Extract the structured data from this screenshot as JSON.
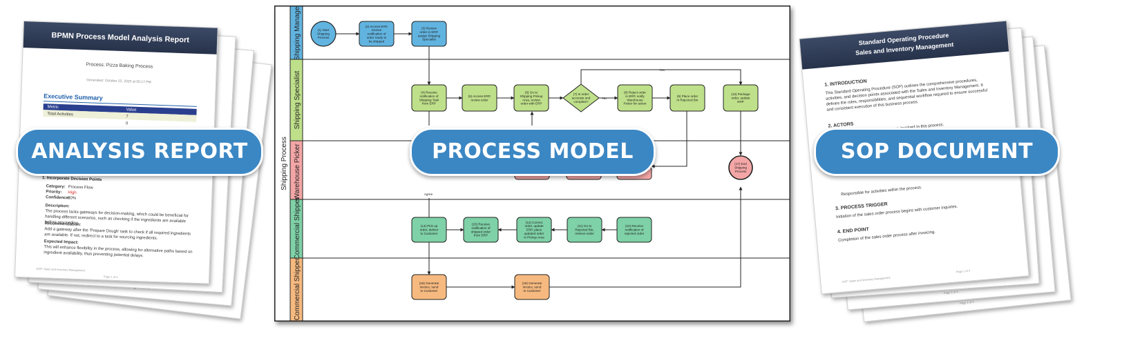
{
  "analysis_report": {
    "pill_label": "ANALYSIS REPORT",
    "header_title": "BPMN Process Model Analysis Report",
    "process_title": "Process: Pizza Baking Process",
    "generated": "Generated: October 22, 2025 at 05:17 PM",
    "section_title": "Executive Summary",
    "table_headers": [
      "Metric",
      "Value"
    ],
    "table_rows": [
      [
        "Total Activities",
        "7"
      ],
      [
        "",
        "0"
      ]
    ],
    "finding_title": "1. Incorporate Decision Points",
    "category_label": "Category:",
    "category_value": "Process Flow",
    "priority_label": "Priority:",
    "priority_value": "High",
    "confidence_label": "Confidence:",
    "confidence_value": "80%",
    "description_label": "Description:",
    "description_text": "The process lacks gateways for decision-making, which could be beneficial for handling different scenarios, such as checking if the ingredients are available before proceeding.",
    "recommendation_label": "Recommendation:",
    "recommendation_text": "Add a gateway after the 'Prepare Dough' task to check if all required ingredients are available. If not, redirect to a task for sourcing ingredients.",
    "impact_label": "Expected Impact:",
    "impact_text": "This will enhance flexibility in the process, allowing for alternative paths based on ingredient availability, thus preventing potential delays.",
    "footer_left": "SOP: Sales and Inventory Management",
    "page_1": "Page 1 of 4",
    "page_2": "Page 1 of 4",
    "colors": {
      "header": "#2f3b55",
      "section": "#1f5fa8",
      "table_header": "#2b3f8f",
      "priority": "#d9261c"
    }
  },
  "process_model": {
    "pill_label": "PROCESS MODEL",
    "pool_title": "Shipping Process",
    "lanes": [
      {
        "label": "Shipping Manager",
        "color": "#62b4e0"
      },
      {
        "label": "Shipping Specialist",
        "color": "#bfe08a"
      },
      {
        "label": "Warehouse Picker",
        "color": "#f4a6a6"
      },
      {
        "label": "Commercial Shipper",
        "color": "#7fd1a7"
      },
      {
        "label": "Commercial Shipper",
        "color": "#f6b97f"
      }
    ],
    "nodes": {
      "n1": [
        "(1) Start",
        "Shipping",
        "Process"
      ],
      "n2": [
        "(2) Access ERP,",
        "receive",
        "notification of",
        "order ready to",
        "be shipped"
      ],
      "n3": [
        "(3) Review",
        "order in ERP,",
        "assign Shipping",
        "Specialist"
      ],
      "n4": [
        "(4) Receive",
        "notification of",
        "Shipping Task",
        "from ERP"
      ],
      "n5": [
        "(5) Access ERP,",
        "review order"
      ],
      "n6": [
        "(6) Go to",
        "Shipping Pickup",
        "Area, review",
        "order with ERP"
      ],
      "n7": [
        "(7) Is order",
        "accurate and",
        "complete?"
      ],
      "n8": [
        "(8) Reject order",
        "in ERP, notify",
        "Warehouse",
        "Picker for action"
      ],
      "n9": [
        "(9) Place order",
        "in Rejected Bin"
      ],
      "n13": [
        "(13) Package",
        "order, update",
        "ERP"
      ],
      "n17": [
        "(17) End",
        "Shipping",
        "Process"
      ],
      "n14": [
        "(14) Pick up",
        "order, deliver",
        "to Customer"
      ],
      "n15": [
        "(15) Receive",
        "notification of",
        "shipped order",
        "from ERP"
      ],
      "n12": [
        "(12) Correct",
        "order, update",
        "ERP, place",
        "updated order",
        "in Pickup Area"
      ],
      "n11": [
        "(11) Go to",
        "Rejected Bin,",
        "retrieve order"
      ],
      "n10": [
        "(10) Receive",
        "notification of",
        "rejected order"
      ],
      "n16": [
        "(16) Generate",
        "invoice, send",
        "to Customer"
      ],
      "n18": [
        "(18) Generate",
        "invoice, send",
        "to Customer"
      ]
    },
    "edge_labels": {
      "yes": "Yes",
      "no": "No",
      "agree": "Agree"
    }
  },
  "sop_document": {
    "pill_label": "SOP DOCUMENT",
    "header_line1": "Standard Operating Procedure",
    "header_line2": "Sales and Inventory Management",
    "intro_title": "1. INTRODUCTION",
    "intro_text": "This Standard Operating Procedure (SOP) outlines the comprehensive procedures, activities, and decision points associated with the Sales and Inventory Management. It defines the roles, responsibilities, and sequential workflow required to ensure successful and consistent execution of this business process.",
    "actors_title": "2. ACTORS",
    "actors_text": "The following individuals and roles are involved in this process.",
    "actor_role_text": "Responsible for activities within the process.",
    "trigger_title": "3. PROCESS TRIGGER",
    "trigger_text": "Initiation of the sales order process begins with customer inquiries.",
    "end_title": "4. END POINT",
    "end_text": "Completion of the sales order process after invoicing.",
    "footer_left": "SOP: Sales and Inventory Management",
    "page_1": "Page 1 of 4",
    "page_2": "Page 1 of 4",
    "page_3": "Page 1 of 4"
  }
}
